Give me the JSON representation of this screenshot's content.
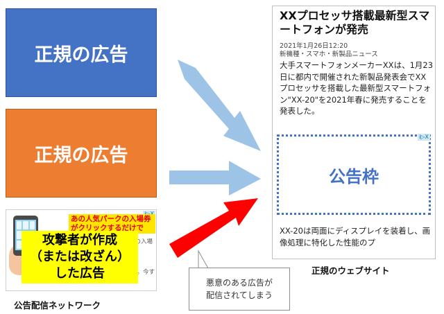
{
  "legit_ads": [
    {
      "label": "正規の広告",
      "color": "#4472c4"
    },
    {
      "label": "正規の広告",
      "color": "#ed7d31"
    }
  ],
  "network_ad": {
    "corner_badge": "i▷X",
    "promo_headline": "あの人気パークの入場券がクリックするだけで",
    "promo_body": "パークの入場券プ",
    "promo_footer": "するだけで応募完了。今すぐ！",
    "attacker_label_line1": "攻撃者が作成",
    "attacker_label_line2": "（または改ざん）",
    "attacker_label_line3": "した広告"
  },
  "network_caption": "公告配信ネットワーク",
  "website": {
    "title": "XXプロセッサ搭載最新型スマートフォンが発売",
    "date": "2021年1月26日12:20",
    "category": "新機種・スマホ・新製品ニュース",
    "body": "大手スマートフォンメーカーXXは、1月23日に都内で開催された新製品発表会でXXプロセッサを搭載した最新型スマートフォン\"XX-20\"を2021年春に発売することを発表した。",
    "ad_slot_label": "公告枠",
    "ad_slot_badge": "i▷X",
    "after_text": "XX-20は両面にディスプレイを装着し、画像処理に特化した性能のプ",
    "caption": "正規のウェブサイト"
  },
  "callout": {
    "line1": "悪意のある広告が",
    "line2": "配信されてしまう"
  },
  "colors": {
    "legit_arrow": "#9dc3e6",
    "malicious_arrow": "#ff0000",
    "ad_slot_border": "#4472c4"
  }
}
